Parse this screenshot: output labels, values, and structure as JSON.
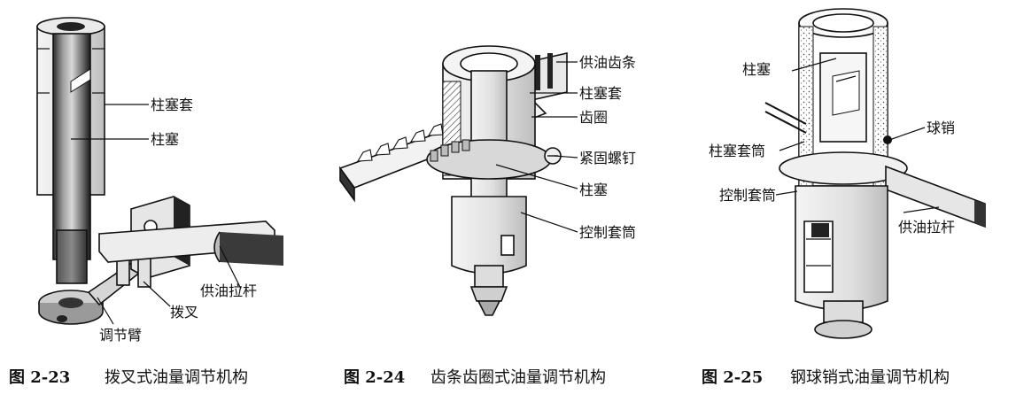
{
  "figures": [
    {
      "number": "图 2-23",
      "title": "拨叉式油量调节机构",
      "labels": {
        "sleeve": "柱塞套",
        "plunger": "柱塞",
        "rod": "供油拉杆",
        "arm": "调节臂",
        "fork": "拨叉"
      }
    },
    {
      "number": "图 2-24",
      "title": "齿条齿圈式油量调节机构",
      "labels": {
        "rack": "供油齿条",
        "sleeve": "柱塞套",
        "ring": "齿圈",
        "screw": "紧固螺钉",
        "plunger": "柱塞",
        "control_sleeve": "控制套筒"
      }
    },
    {
      "number": "图 2-25",
      "title": "钢球销式油量调节机构",
      "labels": {
        "plunger": "柱塞",
        "ball_pin": "球销",
        "sleeve_barrel": "柱塞套筒",
        "control_sleeve": "控制套筒",
        "rod": "供油拉杆"
      }
    }
  ]
}
